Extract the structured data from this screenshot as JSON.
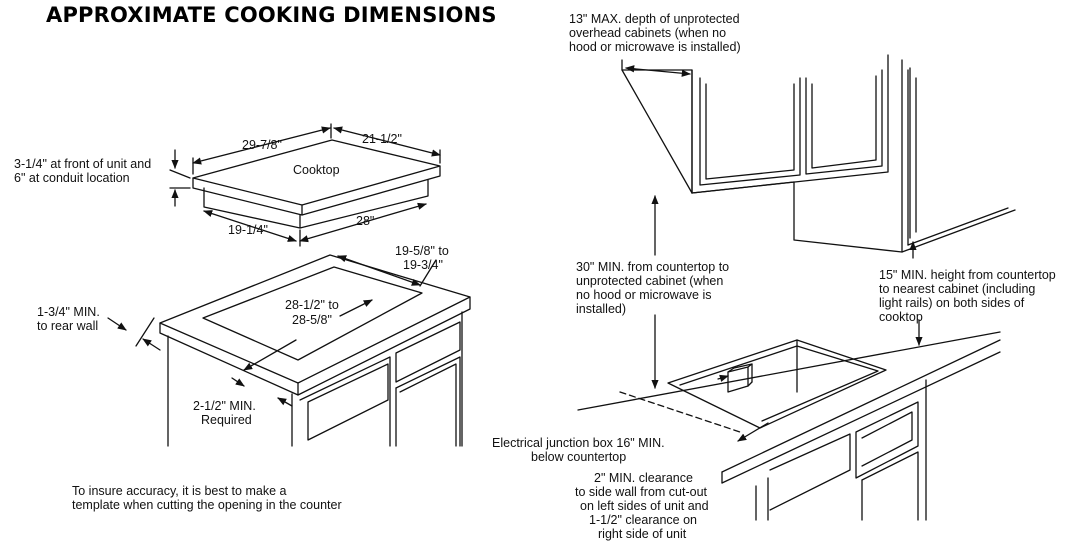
{
  "title": "APPROXIMATE COOKING DIMENSIONS",
  "labels": {
    "cooktop": "Cooktop",
    "width_top": "29-7/8\"",
    "depth_top": "21-1/2\"",
    "height_l1": "3-1/4\" at front of unit and",
    "height_l2": "6\" at conduit location",
    "depth_bottom": "19-1/4\"",
    "width_bottom": "28\"",
    "cutout_depth_l1": "19-5/8\" to",
    "cutout_depth_l2": "19-3/4\"",
    "rear_wall_l1": "1-3/4\" MIN.",
    "rear_wall_l2": "to rear wall",
    "cutout_width_l1": "28-1/2\" to",
    "cutout_width_l2": "28-5/8\"",
    "front_min_l1": "2-1/2\" MIN.",
    "front_min_l2": "Required",
    "note_l1": "To insure accuracy, it is best to make a",
    "note_l2": "template when cutting the opening in the counter",
    "cabinet_depth_l1": "13\" MAX. depth of unprotected",
    "cabinet_depth_l2": "overhead cabinets (when no",
    "cabinet_depth_l3": "hood or microwave is installed)",
    "countertop_l1": "30\" MIN. from countertop to",
    "countertop_l2": "unprotected cabinet (when",
    "countertop_l3": "no hood or microwave is",
    "countertop_l4": "installed)",
    "side_height_l1": "15\" MIN. height from countertop",
    "side_height_l2": "to nearest cabinet (including",
    "side_height_l3": "light rails) on both sides of",
    "side_height_l4": "cooktop",
    "junction_l1": "Electrical junction box 16\" MIN.",
    "junction_l2": "below countertop",
    "clearance_l1": "2\" MIN. clearance",
    "clearance_l2": "to side wall from cut-out",
    "clearance_l3": "on left sides of unit and",
    "clearance_l4": "1-1/2\" clearance on",
    "clearance_l5": "right side of unit"
  }
}
